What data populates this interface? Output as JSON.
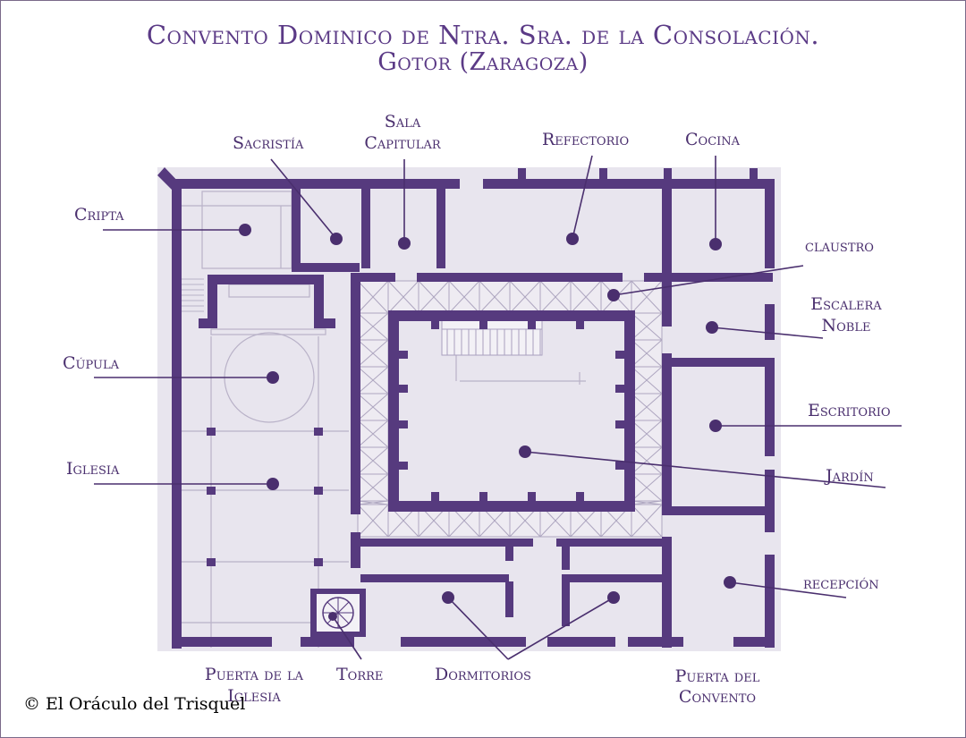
{
  "title": {
    "line1": "Convento Dominico de Ntra. Sra. de la Consolación.",
    "line2": "Gotor (Zaragoza)"
  },
  "labels": {
    "sacristia": "Sacristía",
    "sala_capitular_1": "Sala",
    "sala_capitular_2": "Capitular",
    "refectorio": "Refectorio",
    "cocina": "Cocina",
    "cripta": "Cripta",
    "claustro": "claustro",
    "escalera_1": "Escalera",
    "escalera_2": "Noble",
    "cupula": "Cúpula",
    "escritorio": "Escritorio",
    "iglesia": "Iglesia",
    "jardin": "Jardín",
    "recepcion": "recepción",
    "puerta_iglesia_1": "Puerta de la",
    "puerta_iglesia_2": "Iglesia",
    "torre": "Torre",
    "dormitorios": "Dormitorios",
    "puerta_convento_1": "Puerta del",
    "puerta_convento_2": "Convento"
  },
  "copyright": "© El Oráculo del Trisquel",
  "colors": {
    "wall": "#563a7e",
    "background": "#e8e5ee",
    "text": "#4a2f6e",
    "title": "#5b3a86",
    "thin_line": "#b9b2c8"
  }
}
